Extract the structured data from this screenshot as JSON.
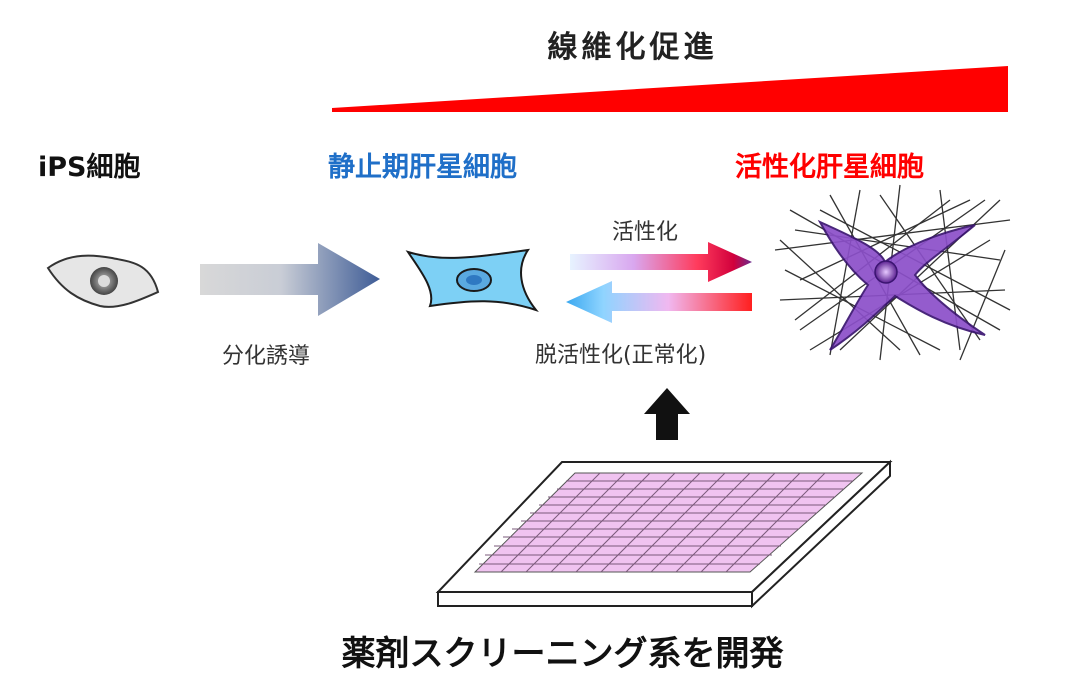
{
  "diagram": {
    "fibrosis_label": "線維化促進",
    "ips_label": "iPS細胞",
    "quiescent_label": "静止期肝星細胞",
    "activated_label": "活性化肝星細胞",
    "differentiation_label": "分化誘導",
    "activation_label": "活性化",
    "deactivation_label": "脱活性化(正常化)",
    "screening_label": "薬剤スクリーニング系を開発"
  },
  "colors": {
    "fibrosis_red": "#ff0000",
    "quiescent_blue": "#1f6fc8",
    "activated_red": "#ff0000",
    "cell_blue": "#6fc6f0",
    "activated_purple": "#7a3db0",
    "plate_pink": "#f0c3f0"
  }
}
